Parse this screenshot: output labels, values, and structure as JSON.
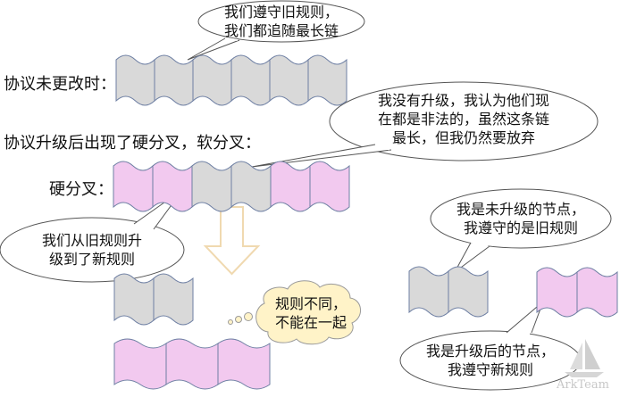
{
  "labels": {
    "unchanged": "协议未更改时：",
    "upgraded": "协议升级后出现了硬分叉，软分叉：",
    "hardfork": "硬分叉："
  },
  "callouts": {
    "top": [
      "我们遵守旧规则，",
      "我们都追随最长链"
    ],
    "right": [
      "我没有升级，我认为他们现",
      "在都是非法的，虽然这条链",
      "最长，但我仍然要放弃"
    ],
    "left": [
      "我们从旧规则升",
      "级到了新规则"
    ],
    "old_node": [
      "我是未升级的节点，",
      "我遵守的是旧规则"
    ],
    "thought": [
      "规则不同，",
      "不能在一起"
    ],
    "new_node": [
      "我是升级后的节点，",
      "我遵守新规则"
    ]
  },
  "chains": {
    "unchanged": [
      "old",
      "old",
      "old",
      "old",
      "old",
      "old"
    ],
    "hardfork": [
      "new",
      "new",
      "old",
      "old",
      "new",
      "new"
    ],
    "split_old": [
      "old",
      "old"
    ],
    "split_new": [
      "new",
      "new",
      "new"
    ],
    "node_old": [
      "old",
      "old"
    ],
    "node_new": [
      "new",
      "new"
    ]
  },
  "colors": {
    "old_block": "#d9d9d9",
    "new_block": "#f2c9ef",
    "block_stroke": "#6e7fa3",
    "arrow_fill": "#ffffff",
    "arrow_stroke": "#f0d9b0",
    "thought_fill": "#fff3c8",
    "thought_stroke": "#9a9a9a"
  },
  "watermark": "ArkTeam"
}
